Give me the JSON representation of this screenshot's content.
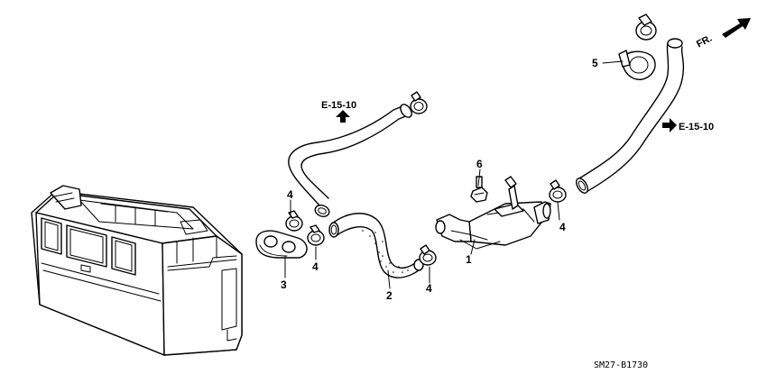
{
  "diagram_code": "SM27-B1730",
  "front_indicator": "FR.",
  "references": {
    "upper_hose": "E-15-10",
    "outlet_hose": "E-15-10"
  },
  "callouts": {
    "valve": "1",
    "lower_hose": "2",
    "grommet": "3",
    "clip_a": "4",
    "clip_b": "4",
    "clip_c": "4",
    "clip_d": "4",
    "clamp": "5",
    "bolt": "6"
  }
}
